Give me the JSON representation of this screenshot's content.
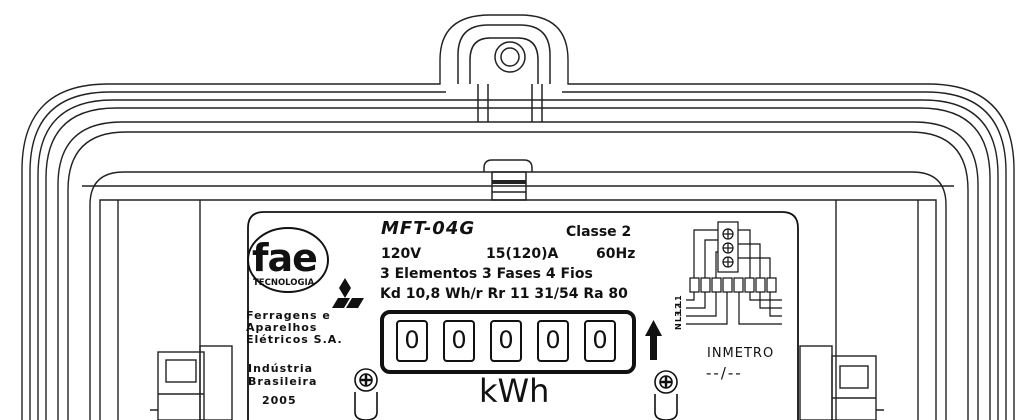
{
  "meter": {
    "model": "MFT-04G",
    "class": "Classe 2",
    "voltage": "120V",
    "current": "15(120)A",
    "frequency": "60Hz",
    "elements_line": "3 Elementos  3 Fases  4 Fios",
    "constants_line": "Kd 10,8 Wh/r Rr 11 31/54 Ra 80",
    "register_digits": [
      "0",
      "0",
      "0",
      "0",
      "0"
    ],
    "unit": "kWh"
  },
  "manufacturer": {
    "logo": "fae",
    "logo_sub": "TECNOLOGIA",
    "name_lines": [
      "Ferragens e",
      "Aparelhos",
      "Elétricos S.A."
    ],
    "origin_lines": [
      "Indústria",
      "Brasileira"
    ],
    "year": "2005"
  },
  "inmetro": {
    "label": "INMETRO",
    "date": "--/--"
  },
  "wiring_labels": [
    "L1",
    "L2",
    "L3",
    "N"
  ],
  "icons": [
    "mitsubishi-logo-icon",
    "rotation-arrow-icon",
    "seal-screw-icon",
    "wiring-diagram-icon"
  ],
  "colors": {
    "ink": "#111111",
    "paper": "#ffffff"
  }
}
